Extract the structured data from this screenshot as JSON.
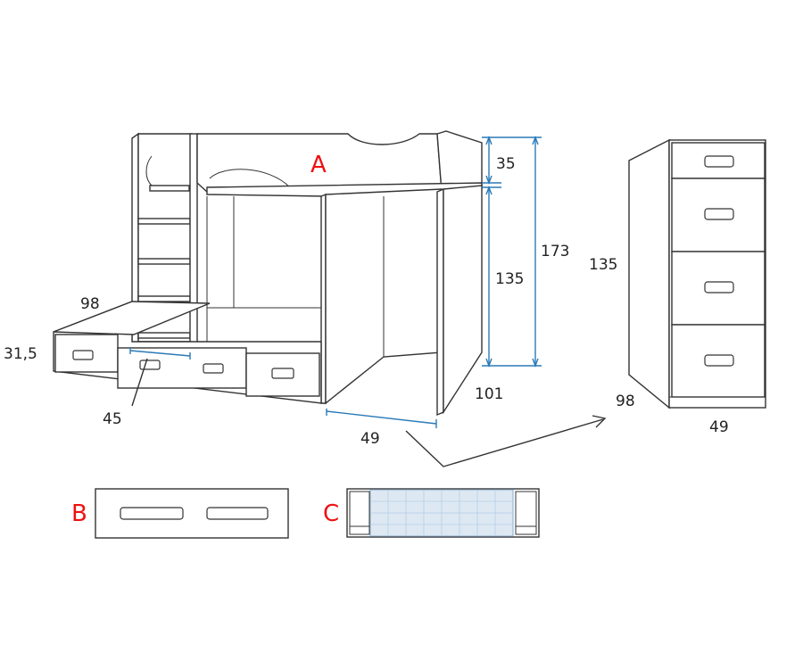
{
  "labels": {
    "a": "A",
    "b": "B",
    "c": "C"
  },
  "dimensions": {
    "bed_top": "35",
    "bed_lower": "135",
    "bed_total": "173",
    "bed_depth": "101",
    "desk_width": "49",
    "trundle_length": "98",
    "trundle_height": "31,5",
    "ladder_width": "45",
    "cabinet_height": "135",
    "cabinet_depth": "98",
    "cabinet_width": "49"
  },
  "colors": {
    "dimension_line": "#2a7ab8",
    "module_label": "#e11111",
    "outline": "#333333",
    "mattress": "#dde8f3"
  }
}
